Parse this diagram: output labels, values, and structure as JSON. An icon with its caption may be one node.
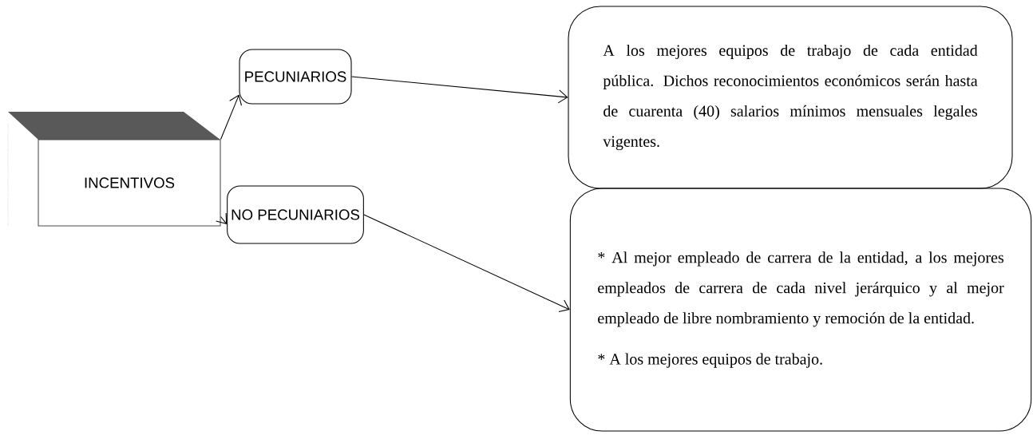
{
  "diagram": {
    "nodes": [
      {
        "text": [
          "INCENTIVOS"
        ]
      },
      {
        "text": [
          "PECUNIARIOS"
        ]
      },
      {
        "text": [
          "NO PECUNIARIOS"
        ]
      },
      {
        "text": [
          "A los mejores equipos de trabajo de cada entidad pública. Dichos reconocimientos económicos serán hasta de cuarenta (40) salarios mínimos mensuales legales vigentes."
        ]
      },
      {
        "text": [
          "* Al mejor empleado de carrera de la entidad, a los mejores empleados de carrera de cada nivel jerárquico y al mejor empleado de libre nombramiento y remoción de la entidad.",
          "* A los mejores equipos de trabajo."
        ]
      }
    ],
    "edges": [
      {
        "from": 0,
        "to": 1,
        "arrow": "to"
      },
      {
        "from": 0,
        "to": 2,
        "arrow": "to"
      },
      {
        "from": 1,
        "to": 3,
        "arrow": "to"
      },
      {
        "from": 2,
        "to": 4,
        "arrow": "to"
      }
    ]
  }
}
